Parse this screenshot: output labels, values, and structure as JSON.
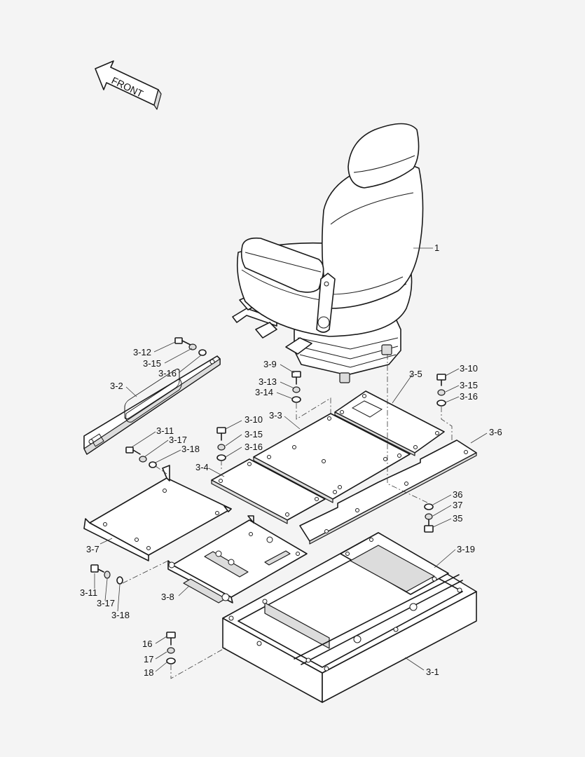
{
  "front_label": "FRONT",
  "labels": {
    "p1": "1",
    "p3_1": "3-1",
    "p3_2": "3-2",
    "p3_3": "3-3",
    "p3_4": "3-4",
    "p3_5": "3-5",
    "p3_6": "3-6",
    "p3_7": "3-7",
    "p3_8": "3-8",
    "p3_9": "3-9",
    "p3_10a": "3-10",
    "p3_10b": "3-10",
    "p3_11a": "3-11",
    "p3_11b": "3-11",
    "p3_12": "3-12",
    "p3_13": "3-13",
    "p3_14": "3-14",
    "p3_15a": "3-15",
    "p3_15b": "3-15",
    "p3_15c": "3-15",
    "p3_16a": "3-16",
    "p3_16b": "3-16",
    "p3_16c": "3-16",
    "p3_17a": "3-17",
    "p3_17b": "3-17",
    "p3_18a": "3-18",
    "p3_18b": "3-18",
    "p3_19": "3-19",
    "p16": "16",
    "p17": "17",
    "p18": "18",
    "p35": "35",
    "p36": "36",
    "p37": "37"
  }
}
